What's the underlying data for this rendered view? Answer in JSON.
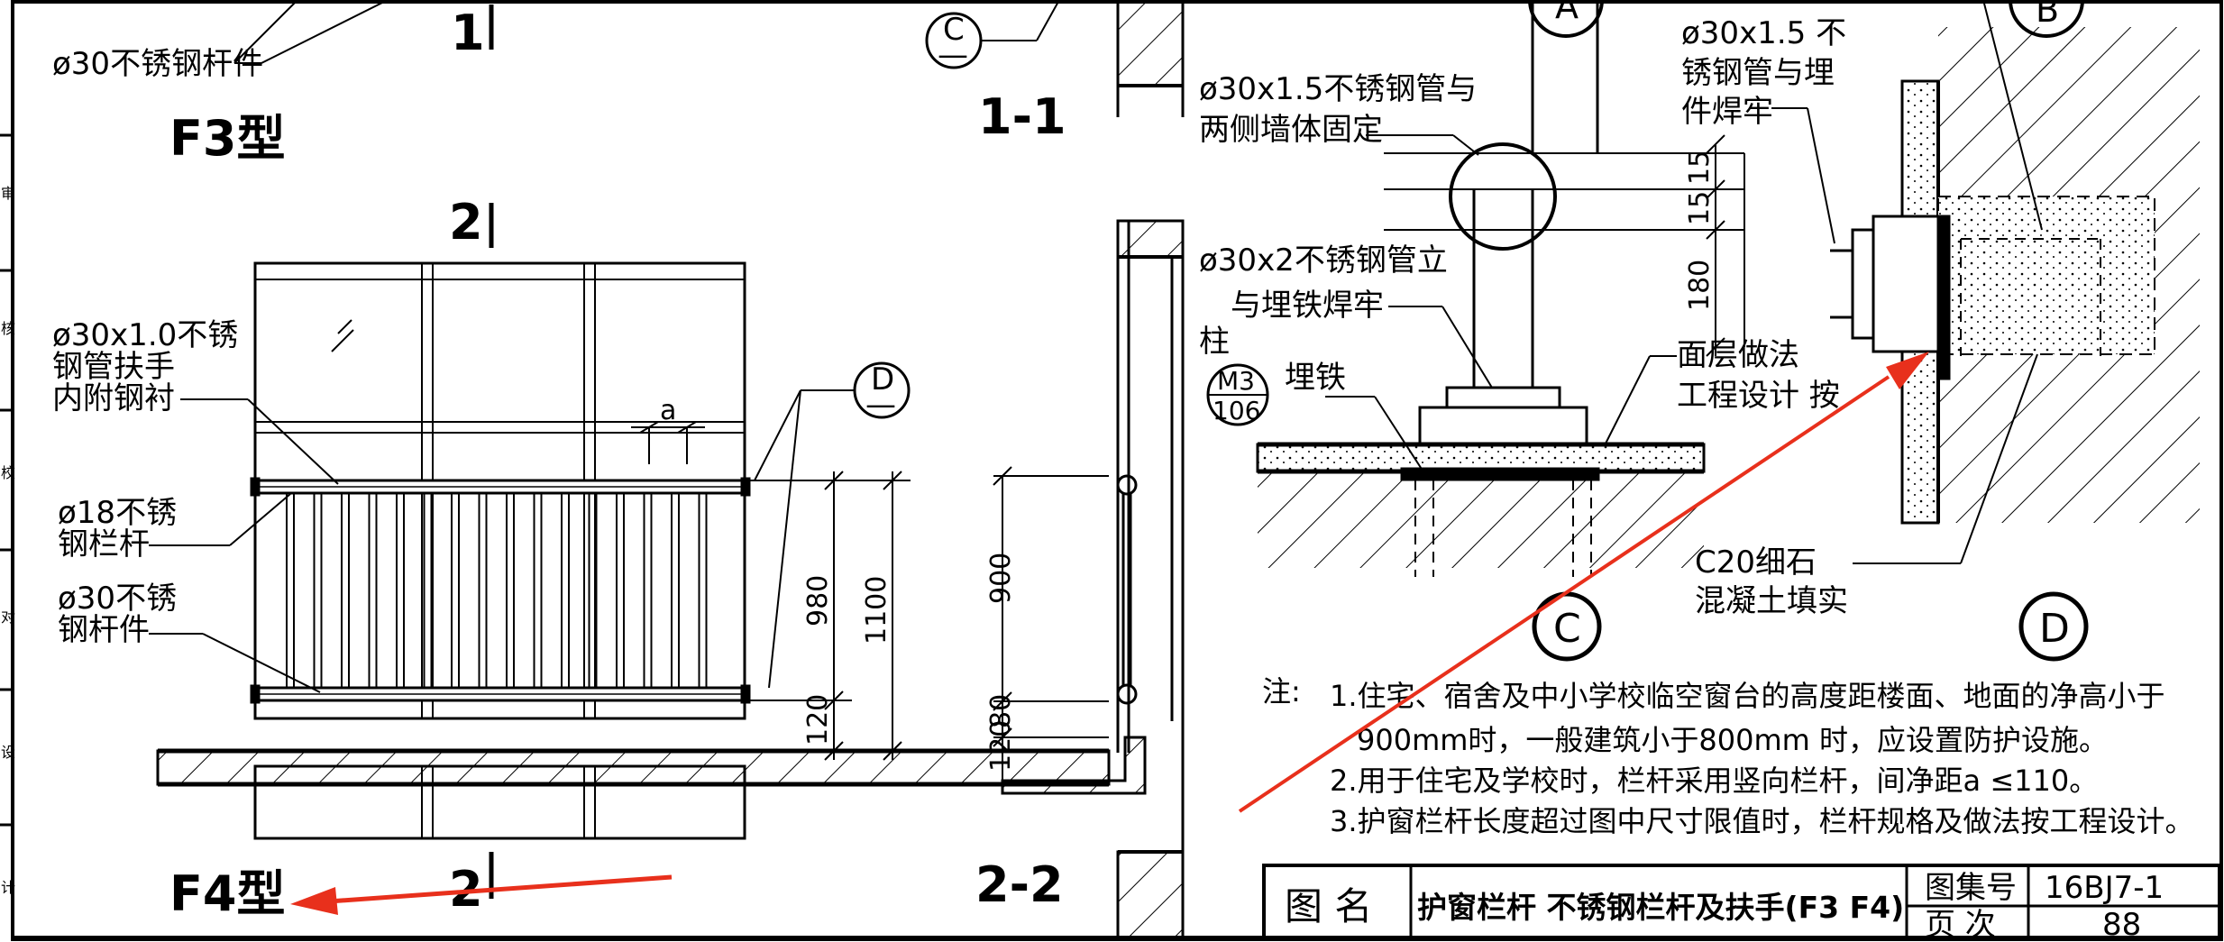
{
  "labels": {
    "rod_fitting_top": "ø30不锈钢杆件",
    "f3_type": "F3型",
    "f4_type": "F4型",
    "handrail": [
      "ø30x1.0不锈",
      "钢管扶手",
      "内附钢衬"
    ],
    "baluster": [
      "ø18不锈",
      "钢栏杆"
    ],
    "rod_fitting": [
      "ø30不锈",
      "钢杆件"
    ],
    "pipe_fixed": [
      "ø30x1.5不锈钢管与",
      "两侧墙体固定"
    ],
    "post": [
      "ø30x2不锈钢管立",
      "与埋铁焊牢",
      "柱"
    ],
    "embedded_iron": "埋铁",
    "m3_num": "M3",
    "m3_den": "106",
    "finish": [
      "面层做法",
      "工程设计 按"
    ],
    "pipe_welded": [
      "ø30x1.5 不",
      "锈钢管与埋",
      "件焊牢"
    ],
    "concrete": [
      "C20细石",
      "混凝土填实"
    ]
  },
  "callouts": {
    "a": "A",
    "b": "B",
    "c": "C",
    "d": "D",
    "dash": "—"
  },
  "sections": {
    "s1": "1",
    "s2": "2",
    "s11": "1-1",
    "s22": "2-2"
  },
  "dims": {
    "d980": "980",
    "d1100": "1100",
    "d120": "120",
    "d900": "900",
    "d80": "80",
    "d120b": "120",
    "d15a": "15",
    "d15b": "15",
    "d180": "180",
    "a": "a"
  },
  "notes": {
    "prefix": "注:",
    "lines": [
      "1.住宅、宿舍及中小学校临空窗台的高度距楼面、地面的净高小于",
      "900mm时，一般建筑小于800mm 时，应设置防护设施。",
      "2.用于住宅及学校时，栏杆采用竖向栏杆，间净距a ≤110。",
      "3.护窗栏杆长度超过图中尺寸限值时，栏杆规格及做法按工程设计。"
    ]
  },
  "title_block": {
    "name_label": "图  名",
    "name": "护窗栏杆 不锈钢栏杆及扶手(F3 F4)",
    "atlas_label": "图集号",
    "atlas": "16BJ7-1",
    "page_label": "页  次",
    "page": "88"
  },
  "margin_text": [
    "审",
    "核",
    "校",
    "对",
    "设",
    "计"
  ],
  "colors": {
    "ink": "#000000",
    "arrow": "#e8301c"
  }
}
